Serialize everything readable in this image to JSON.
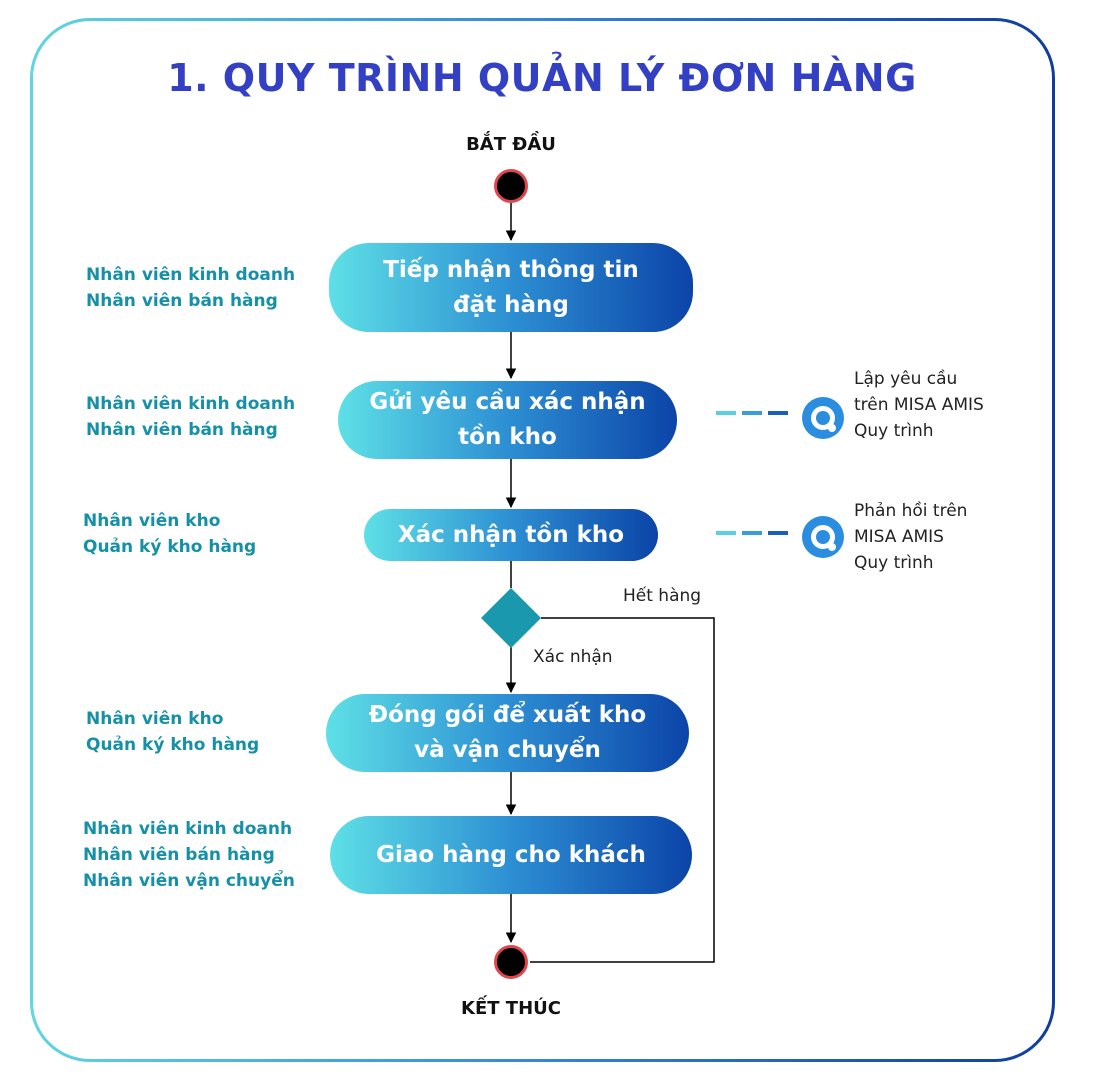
{
  "title": "1. QUY TRÌNH QUẢN LÝ ĐƠN HÀNG",
  "start_label": "BẮT ĐẦU",
  "end_label": "KẾT THÚC",
  "steps": [
    {
      "label": "Tiếp nhận thông tin\nđặt hàng",
      "roles": "Nhân viên kinh doanh\nNhân viên bán hàng"
    },
    {
      "label": "Gửi yêu cầu xác nhận\ntồn kho",
      "roles": "Nhân viên kinh doanh\nNhân viên bán hàng",
      "note": "Lập yêu cầu\ntrên MISA AMIS\nQuy trình"
    },
    {
      "label": "Xác nhận tồn kho",
      "roles": "Nhân viên kho\nQuản ký kho hàng",
      "note": "Phản hồi trên\nMISA AMIS\nQuy trình"
    },
    {
      "label": "Đóng gói để xuất kho\nvà vận chuyển",
      "roles": "Nhân viên kho\nQuản ký kho hàng"
    },
    {
      "label": "Giao hàng cho khách",
      "roles": "Nhân viên kinh doanh\nNhân viên bán hàng\nNhân viên vận chuyển"
    }
  ],
  "decision": {
    "yes_label": "Xác nhận",
    "no_label": "Hết hàng"
  },
  "colors": {
    "title": "#3340c4",
    "role_text": "#1590a6",
    "diamond": "#1a98ad",
    "icon": "#2a8de0"
  },
  "icons": [
    "misa-amis-icon"
  ]
}
